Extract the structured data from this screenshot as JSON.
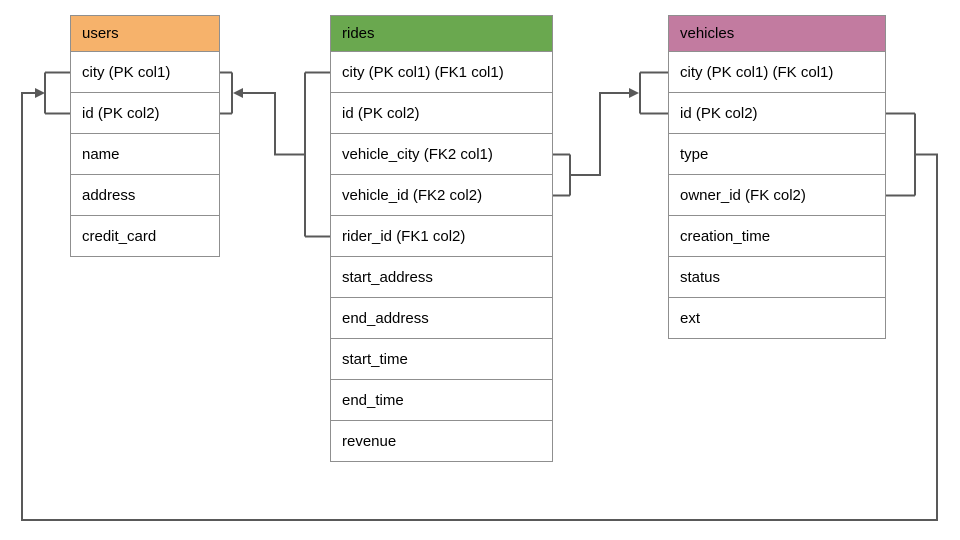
{
  "diagram": {
    "connector_color": "#595959",
    "border_color": "#8f8f8f",
    "tables": [
      {
        "name": "users",
        "header_color": "#F6B26B",
        "columns": [
          "city (PK col1)",
          "id (PK col2)",
          "name",
          "address",
          "credit_card"
        ]
      },
      {
        "name": "rides",
        "header_color": "#6AA84F",
        "columns": [
          "city (PK col1) (FK1 col1)",
          "id (PK col2)",
          "vehicle_city (FK2 col1)",
          "vehicle_id (FK2 col2)",
          "rider_id (FK1 col2)",
          "start_address",
          "end_address",
          "start_time",
          "end_time",
          "revenue"
        ]
      },
      {
        "name": "vehicles",
        "header_color": "#C27BA0",
        "columns": [
          "city (PK col1) (FK col1)",
          "id (PK col2)",
          "type",
          "owner_id (FK col2)",
          "creation_time",
          "status",
          "ext"
        ]
      }
    ],
    "relationships": [
      {
        "from": "rides (city, rider_id)",
        "to": "users (city, id)"
      },
      {
        "from": "rides (vehicle_city, vehicle_id)",
        "to": "vehicles (city, id)"
      },
      {
        "from": "vehicles (city, owner_id)",
        "to": "users (city, id)"
      }
    ]
  }
}
